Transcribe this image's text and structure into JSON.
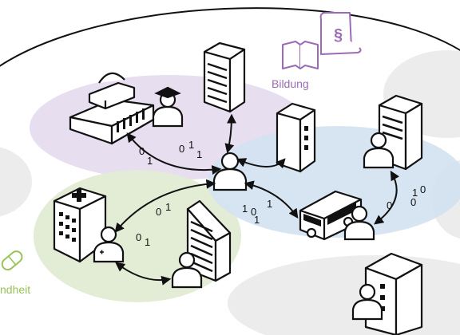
{
  "labels": {
    "bildung": "Bildung",
    "gesundheit": "ndheit"
  },
  "bits": {
    "b1": "0",
    "b2": "1",
    "b3": "0",
    "b4": "1",
    "b5": "1",
    "b6": "0",
    "b7": "1",
    "b8": "0",
    "b9": "1",
    "b10": "1",
    "b11": "0",
    "b12": "1",
    "b13": "1",
    "b14": "0",
    "b15": "0",
    "b16": "1",
    "b17": "0"
  },
  "colors": {
    "education": "#9b6bb5",
    "purple_zone": "#e6dcee",
    "health_zone": "#e2ecd4",
    "blue_zone": "#d3e2f2",
    "grey_zone": "#ececec",
    "health": "#9ac25a",
    "stroke": "#111111"
  },
  "icons": [
    "book-icon",
    "paragraph-document-icon",
    "bandage-icon"
  ]
}
